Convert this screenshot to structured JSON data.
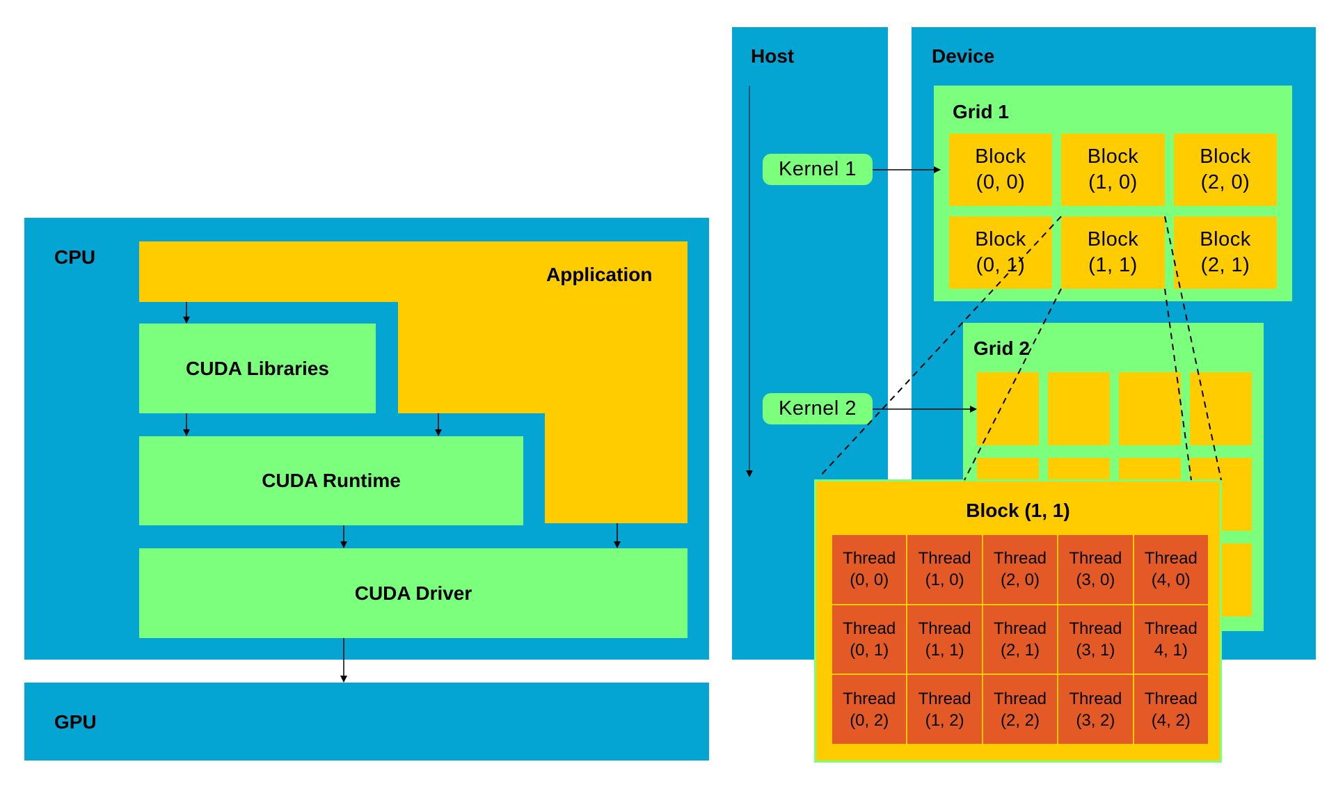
{
  "colors": {
    "container": "#04A5D3",
    "application": "#FFCC00",
    "layer": "#7DFF7E",
    "thread": "#E45A27"
  },
  "left_stack": {
    "cpu_label": "CPU",
    "application_label": "Application",
    "libraries_label": "CUDA Libraries",
    "runtime_label": "CUDA Runtime",
    "driver_label": "CUDA Driver",
    "gpu_label": "GPU"
  },
  "host": {
    "label": "Host",
    "kernels": [
      {
        "label": "Kernel 1",
        "target": "Grid 1"
      },
      {
        "label": "Kernel 2",
        "target": "Grid 2"
      }
    ]
  },
  "device": {
    "label": "Device",
    "grid1": {
      "label": "Grid 1",
      "blocks": [
        {
          "line1": "Block",
          "line2": "(0, 0)"
        },
        {
          "line1": "Block",
          "line2": "(1, 0)"
        },
        {
          "line1": "Block",
          "line2": "(2, 0)"
        },
        {
          "line1": "Block",
          "line2": "(0, 1)"
        },
        {
          "line1": "Block",
          "line2": "(1, 1)"
        },
        {
          "line1": "Block",
          "line2": "(2, 1)"
        }
      ]
    },
    "grid2": {
      "label": "Grid 2",
      "rows": 3,
      "cols": 4
    }
  },
  "block_detail": {
    "title": "Block (1, 1)",
    "threads": [
      {
        "line1": "Thread",
        "line2": "(0, 0)"
      },
      {
        "line1": "Thread",
        "line2": "(1, 0)"
      },
      {
        "line1": "Thread",
        "line2": "(2, 0)"
      },
      {
        "line1": "Thread",
        "line2": "(3, 0)"
      },
      {
        "line1": "Thread",
        "line2": "(4, 0)"
      },
      {
        "line1": "Thread",
        "line2": "(0, 1)"
      },
      {
        "line1": "Thread",
        "line2": "(1, 1)"
      },
      {
        "line1": "Thread",
        "line2": "(2, 1)"
      },
      {
        "line1": "Thread",
        "line2": "(3, 1)"
      },
      {
        "line1": "Thread",
        "line2": "4, 1)"
      },
      {
        "line1": "Thread",
        "line2": "(0, 2)"
      },
      {
        "line1": "Thread",
        "line2": "(1, 2)"
      },
      {
        "line1": "Thread",
        "line2": "(2, 2)"
      },
      {
        "line1": "Thread",
        "line2": "(3, 2)"
      },
      {
        "line1": "Thread",
        "line2": "(4, 2)"
      }
    ]
  }
}
